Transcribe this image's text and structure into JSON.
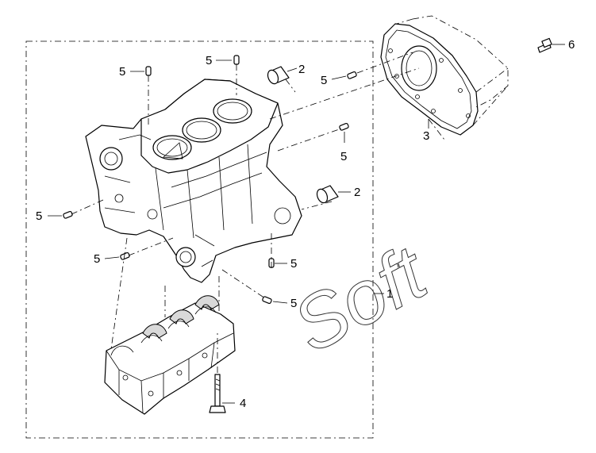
{
  "callouts": {
    "c1": "1",
    "c2a": "2",
    "c2b": "2",
    "c3": "3",
    "c4": "4",
    "c5a": "5",
    "c5b": "5",
    "c5c": "5",
    "c5d": "5",
    "c5e": "5",
    "c5f": "5",
    "c5g": "5",
    "c5h": "5",
    "c6": "6"
  },
  "watermark": "Soft",
  "colors": {
    "line": "#000000",
    "shade": "#d9d9d9",
    "background": "#ffffff"
  }
}
